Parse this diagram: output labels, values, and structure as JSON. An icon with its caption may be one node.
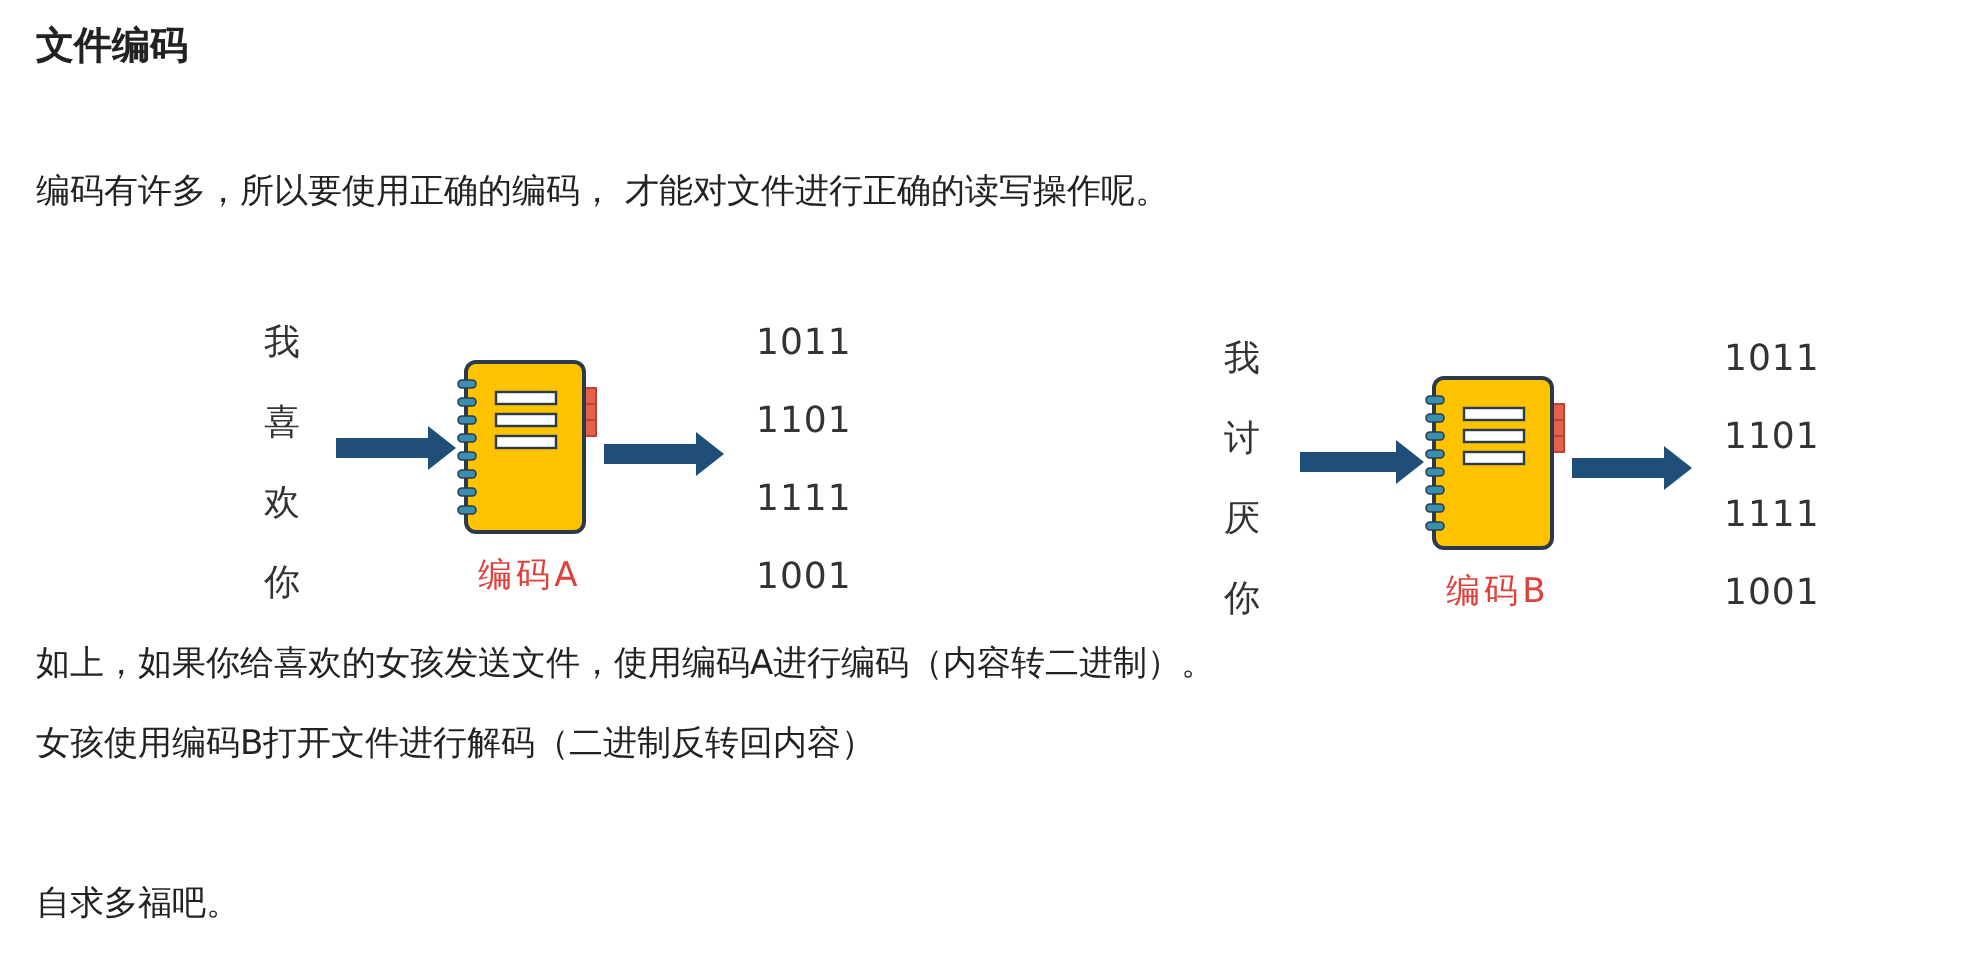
{
  "diagram": {
    "title": "文件编码",
    "nodes": [
      {
        "text": [
          "我喜欢你"
        ]
      },
      {
        "text": [
          "编码A"
        ]
      },
      {
        "text": [
          "1011 1101 1111 1001"
        ]
      },
      {
        "text": [
          "我讨厌你"
        ]
      },
      {
        "text": [
          "编码B"
        ]
      },
      {
        "text": [
          "1011 1101 1111 1001"
        ]
      }
    ],
    "edges": [
      {
        "from": 0,
        "to": 1,
        "arrow": "to"
      },
      {
        "from": 1,
        "to": 2,
        "arrow": "to"
      },
      {
        "from": 3,
        "to": 4,
        "arrow": "to"
      },
      {
        "from": 4,
        "to": 5,
        "arrow": "to"
      }
    ],
    "labels": [
      "编码有许多，所以要使用正确的编码， 才能对文件进行正确的读写操作呢。",
      "如上，如果你给喜欢的女孩发送文件，使用编码A进行编码（内容转二进制）。",
      "女孩使用编码B打开文件进行解码（二进制反转回内容）",
      "自求多福吧。"
    ]
  }
}
